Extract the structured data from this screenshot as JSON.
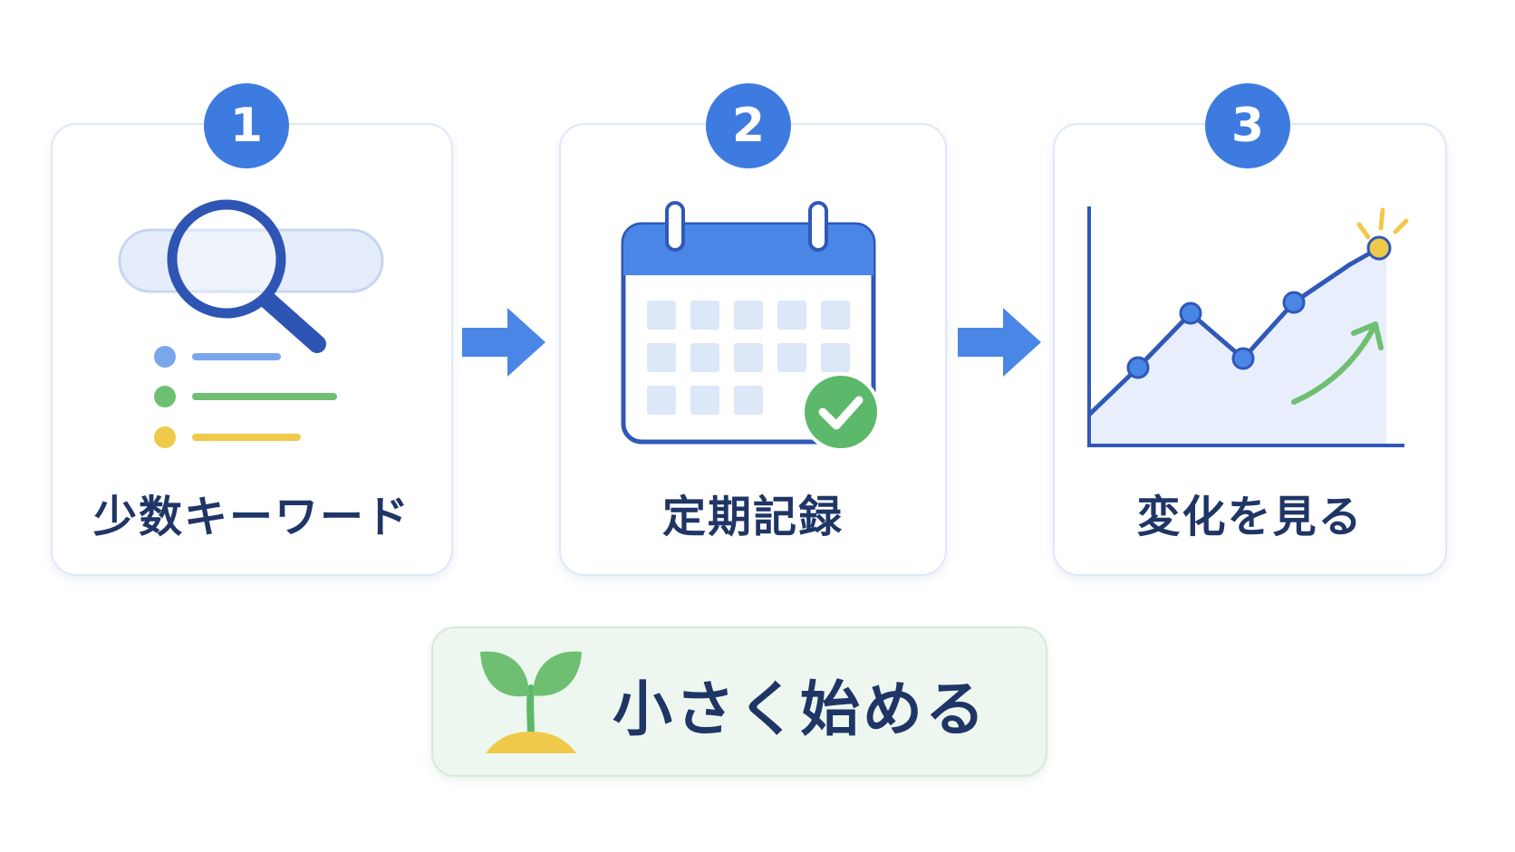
{
  "steps": [
    {
      "number": "1",
      "label": "少数キーワード",
      "icon": "search-list-icon"
    },
    {
      "number": "2",
      "label": "定期記録",
      "icon": "calendar-check-icon"
    },
    {
      "number": "3",
      "label": "変化を見る",
      "icon": "line-chart-icon"
    }
  ],
  "summary": {
    "label": "小さく始める",
    "icon": "sprout-icon"
  },
  "colors": {
    "accent_blue": "#3d7be0",
    "dark_navy": "#1f3566",
    "check_green": "#5cb86a",
    "highlight_yellow": "#f0c94a",
    "card_border": "#dfe8f7",
    "summary_bg": "#eef7ef"
  }
}
